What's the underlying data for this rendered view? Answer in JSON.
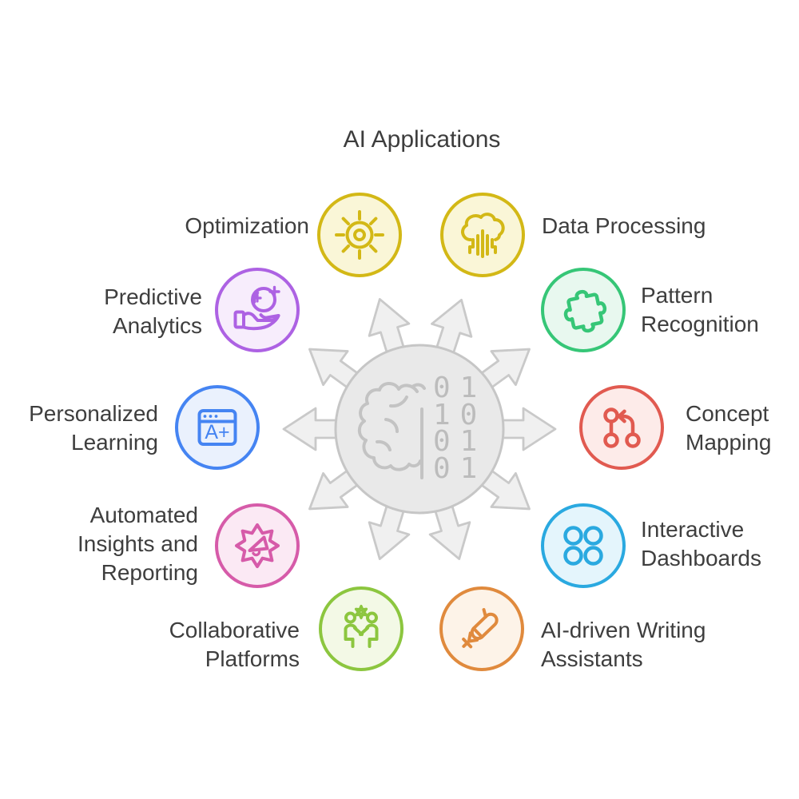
{
  "title": "AI Applications",
  "center": {
    "icon": "brain-binary-icon",
    "binary_rows": [
      "01",
      "10",
      "01",
      "01"
    ],
    "circle_fill": "#e9e9e9",
    "circle_stroke": "#c6c6c6",
    "arrow_fill": "#f0f0f0",
    "arrow_stroke": "#c9c9c9"
  },
  "text_color": "#3e3e3e",
  "nodes": [
    {
      "id": "optimization",
      "label": "Optimization",
      "icon": "sun-gear-icon",
      "border": "#d3b816",
      "fill": "#faf6d7"
    },
    {
      "id": "data",
      "label": "Data Processing",
      "icon": "cloud-circuit-icon",
      "border": "#d3b816",
      "fill": "#faf6d7"
    },
    {
      "id": "pattern",
      "label": "Pattern Recognition",
      "icon": "puzzle-icon",
      "border": "#36c677",
      "fill": "#e8f8ef"
    },
    {
      "id": "concept",
      "label": "Concept Mapping",
      "icon": "git-branch-icon",
      "border": "#e15a50",
      "fill": "#fdebe9"
    },
    {
      "id": "dash",
      "label": "Interactive Dashboards",
      "icon": "four-circles-icon",
      "border": "#2aa9e0",
      "fill": "#e4f5fc"
    },
    {
      "id": "writing",
      "label": "AI-driven Writing Assistants",
      "icon": "pen-icon",
      "border": "#e08a3d",
      "fill": "#fdf3e8"
    },
    {
      "id": "collab",
      "label": "Collaborative Platforms",
      "icon": "people-star-icon",
      "border": "#8cc63f",
      "fill": "#f3f9e6"
    },
    {
      "id": "automated",
      "label": "Automated Insights and Reporting",
      "icon": "gear-megaphone-icon",
      "border": "#d65ba9",
      "fill": "#fbe9f4"
    },
    {
      "id": "personalized",
      "label": "Personalized Learning",
      "icon": "browser-a-plus-icon",
      "border": "#4584f2",
      "fill": "#eaf1fd",
      "icon_text": "A+"
    },
    {
      "id": "predictive",
      "label": "Predictive Analytics",
      "icon": "hand-sphere-icon",
      "border": "#ad62e3",
      "fill": "#f7edfc"
    }
  ]
}
